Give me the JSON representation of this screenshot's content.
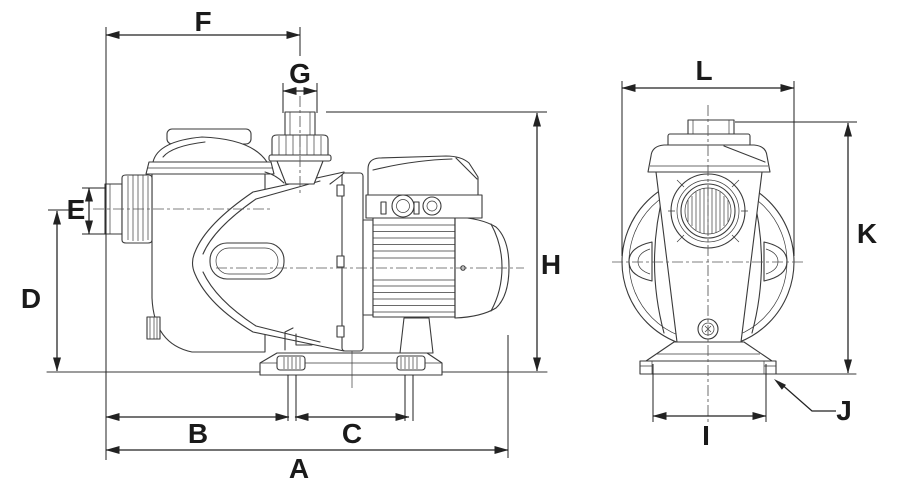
{
  "colors": {
    "background": "#ffffff",
    "drawing_line": "#3a3a3a",
    "dimension_line": "#222222",
    "centerline": "#555555",
    "label_text": "#1a1a1a"
  },
  "labels": {
    "a": "A",
    "b": "B",
    "c": "C",
    "d": "D",
    "e": "E",
    "f": "F",
    "g": "G",
    "h": "H",
    "i": "I",
    "j": "J",
    "k": "K",
    "l": "L"
  }
}
